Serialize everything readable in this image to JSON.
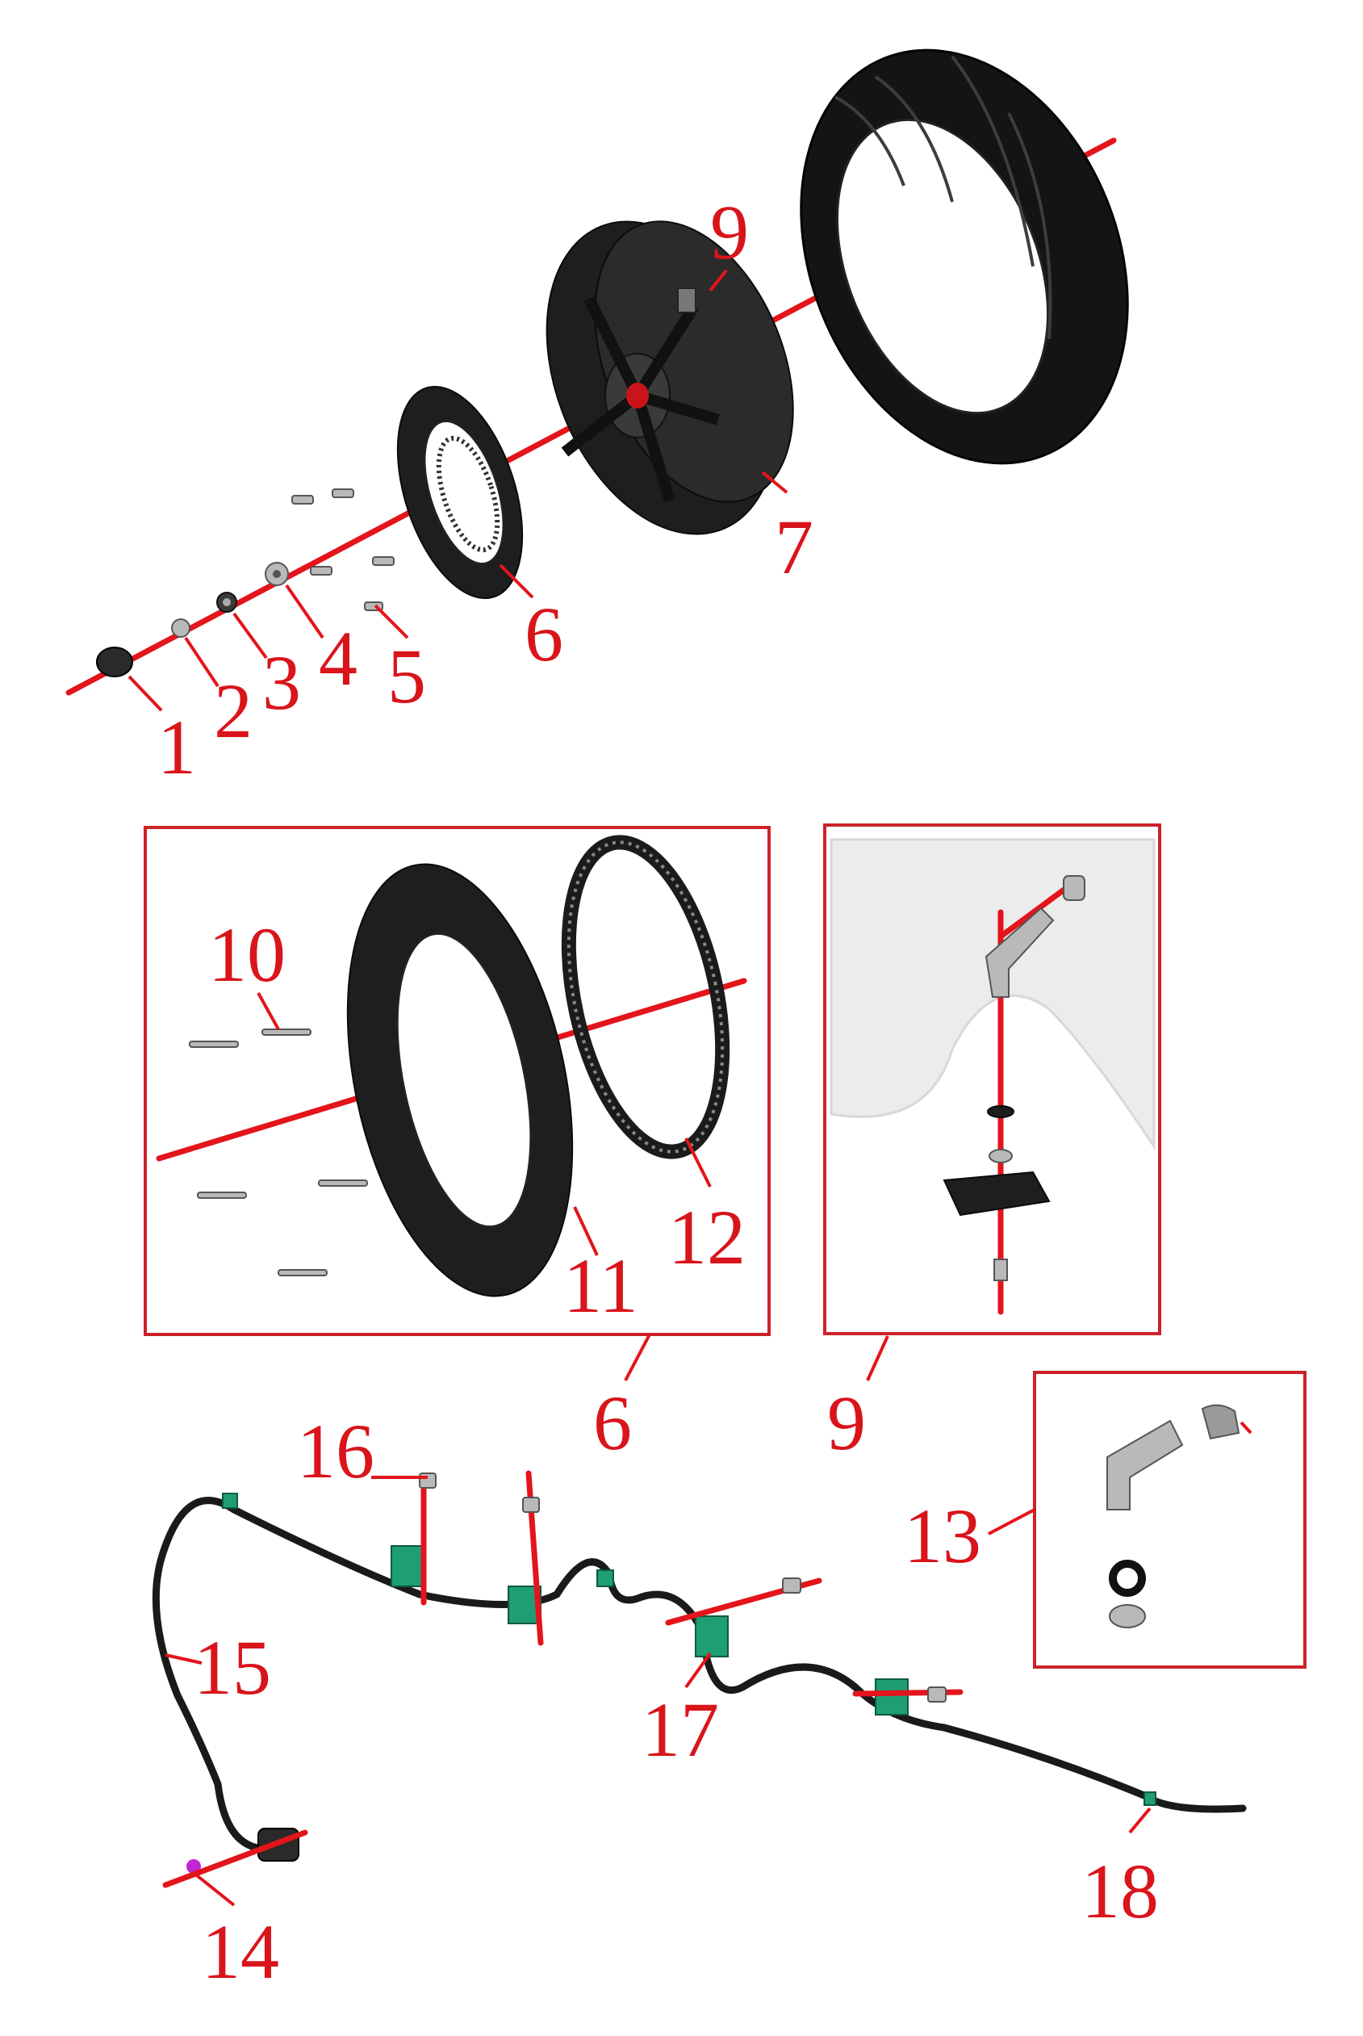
{
  "callouts": {
    "c1": "1",
    "c2": "2",
    "c3": "3",
    "c4": "4",
    "c5": "5",
    "c6": "6",
    "c7": "7",
    "c9": "9",
    "c10": "10",
    "c11": "11",
    "c12": "12",
    "c6b": "6",
    "c9b": "9",
    "c13": "13",
    "c14": "14",
    "c15": "15",
    "c16": "16",
    "c17": "17",
    "c18": "18"
  },
  "colors": {
    "callout": "#d9141b",
    "axis": "#e4141b",
    "frame": "#cc2228",
    "clip": "#1f9e73"
  }
}
